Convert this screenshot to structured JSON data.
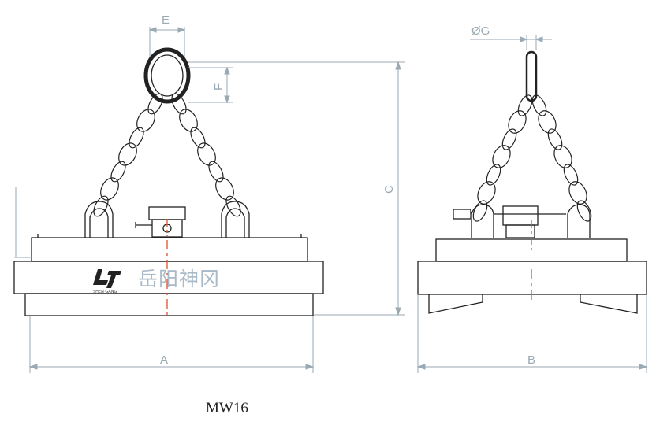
{
  "figure": {
    "model": "MW16",
    "brand_text": "岳阳神冈",
    "logo_small_text": "SHEN GANG"
  },
  "dimensions": {
    "A": "A",
    "B": "B",
    "C": "C",
    "E": "E",
    "F": "F",
    "G": "ØG"
  },
  "colors": {
    "outline": "#222222",
    "dimension": "#9aaab4",
    "centerline": "#e0502a",
    "brand": "#a9b9c7"
  },
  "views": {
    "front": "front-view",
    "side": "side-view"
  }
}
